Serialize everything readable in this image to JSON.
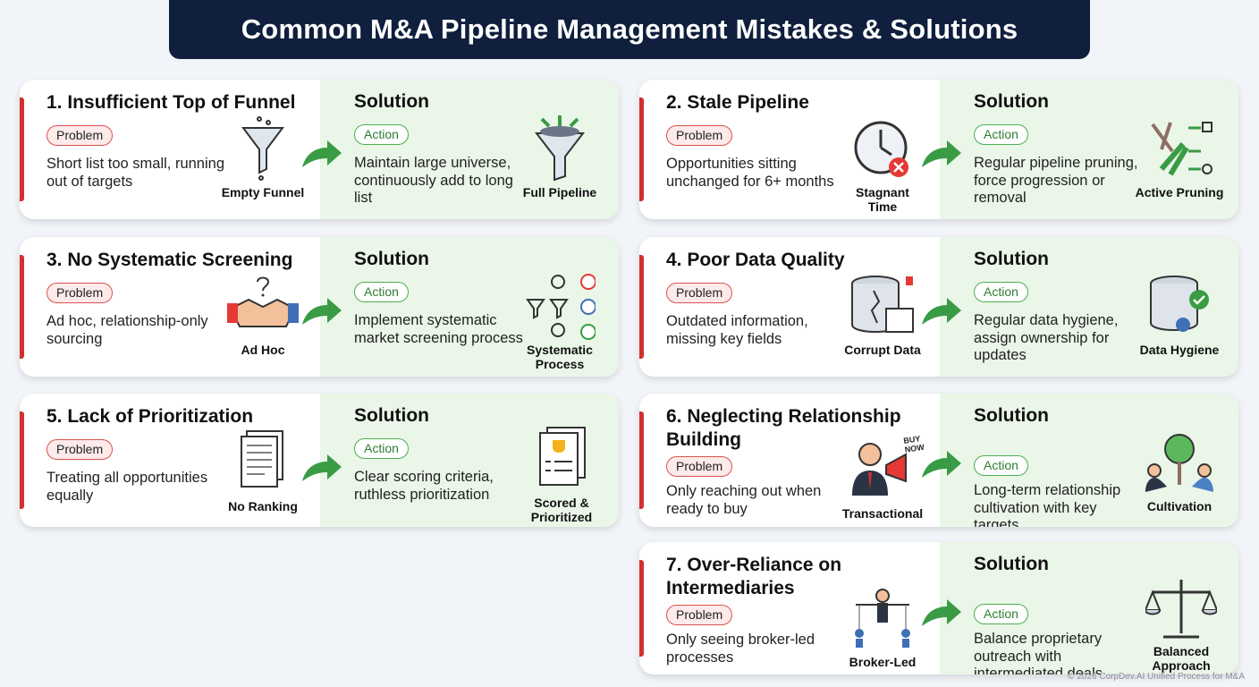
{
  "title": "Common M&A Pipeline Management Mistakes & Solutions",
  "problem_badge": "Problem",
  "action_badge": "Action",
  "solution_heading": "Solution",
  "colors": {
    "header": "#0f1f3d",
    "problem": "#d32f2f",
    "solution_bg": "#eaf6e8",
    "action": "#4caf50"
  },
  "cards": [
    {
      "title": "1. Insufficient Top of Funnel",
      "problem": "Short list too small, running out of targets",
      "problem_icon": "empty-funnel-icon",
      "problem_label": "Empty Funnel",
      "solution": "Maintain large universe, continuously add to long list",
      "solution_icon": "full-funnel-icon",
      "solution_label": "Full Pipeline"
    },
    {
      "title": "2. Stale Pipeline",
      "problem": "Opportunities sitting unchanged for 6+ months",
      "problem_icon": "clock-cobweb-icon",
      "problem_label": "Stagnant Time",
      "solution": "Regular pipeline pruning, force progression or removal",
      "solution_icon": "pruning-shears-icon",
      "solution_label": "Active Pruning"
    },
    {
      "title": "3. No Systematic Screening",
      "problem": "Ad hoc, relationship-only sourcing",
      "problem_icon": "handshake-question-icon",
      "problem_label": "Ad Hoc",
      "solution": "Implement systematic market screening process",
      "solution_icon": "filter-flow-icon",
      "solution_label": "Systematic Process"
    },
    {
      "title": "4. Poor Data Quality",
      "problem": "Outdated information, missing key fields",
      "problem_icon": "broken-database-icon",
      "problem_label": "Corrupt Data",
      "solution": "Regular data hygiene, assign ownership for updates",
      "solution_icon": "database-check-icon",
      "solution_label": "Data Hygiene"
    },
    {
      "title": "5. Lack of Prioritization",
      "problem": "Treating all opportunities equally",
      "problem_icon": "document-stack-icon",
      "problem_label": "No Ranking",
      "solution": "Clear scoring criteria, ruthless prioritization",
      "solution_icon": "trophy-scorecard-icon",
      "solution_label": "Scored & Prioritized"
    },
    {
      "title": "6. Neglecting Relationship Building",
      "problem": "Only reaching out when ready to buy",
      "problem_icon": "megaphone-person-icon",
      "problem_label": "Transactional",
      "problem_icon_text": "BUY NOW",
      "solution": "Long-term relationship cultivation with key targets",
      "solution_icon": "tree-handshake-icon",
      "solution_label": "Cultivation"
    },
    {
      "title": "7. Over-Reliance on Intermediaries",
      "problem": "Only seeing broker-led processes",
      "problem_icon": "puppeteer-icon",
      "problem_label": "Broker-Led",
      "solution": "Balance proprietary outreach with intermediated deals",
      "solution_icon": "balance-scale-icon",
      "solution_label": "Balanced Approach"
    }
  ],
  "footer": "© 2026 CorpDev.AI Unified Process for M&A"
}
